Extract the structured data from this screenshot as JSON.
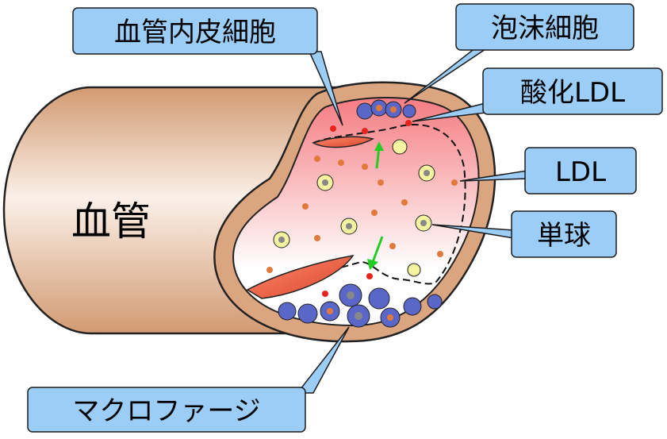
{
  "labels": {
    "vessel": "血管",
    "endothelial_cells": "血管内皮細胞",
    "foam_cells": "泡沫細胞",
    "oxidized_ldl": "酸化LDL",
    "ldl": "LDL",
    "monocyte": "単球",
    "macrophage": "マクロファージ"
  },
  "colors": {
    "vessel_outer": "#dba57f",
    "vessel_highlight": "#fbf0e8",
    "lumen_top": "#f58f94",
    "lumen_bottom": "#ffffff",
    "callout_fill": "#9ccdf7",
    "callout_stroke": "#1b1b1b",
    "ldl_particle": "#e07a3c",
    "oxidized_ldl_particle": "#e8251d",
    "monocyte_fill": "#f3f3a0",
    "macrophage_fill": "#5b67c8",
    "arrow": "#22cc22",
    "plaque": "#e3553b"
  }
}
